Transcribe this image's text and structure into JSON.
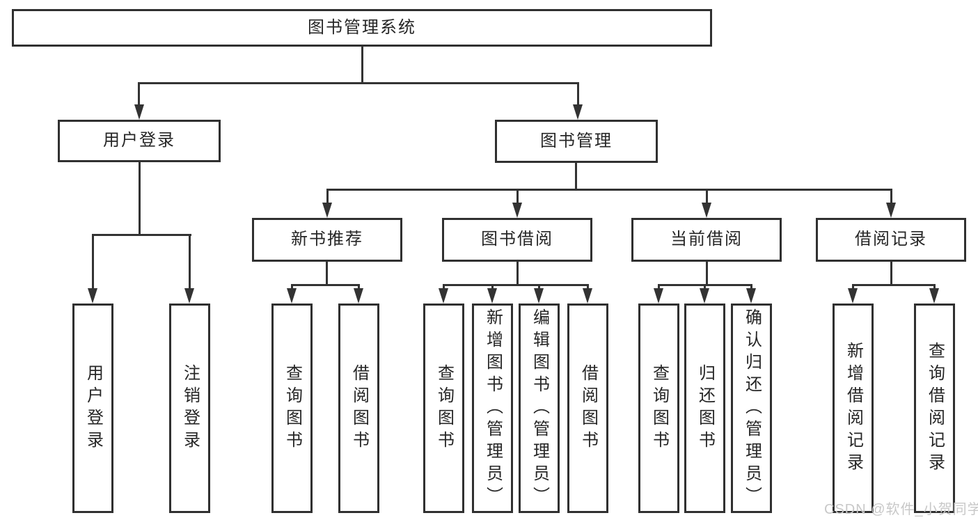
{
  "diagram_title": "图书管理系统",
  "nodes": {
    "root": "图书管理系统",
    "user_login": "用户登录",
    "book_mgmt": "图书管理",
    "new_book_rec": "新书推荐",
    "book_borrow": "图书借阅",
    "current_borrow": "当前借阅",
    "borrow_records": "借阅记录",
    "leaf_user_login": "用户登录",
    "leaf_logout": "注销登录",
    "leaf_query_book_1": "查询图书",
    "leaf_borrow_book_1": "借阅图书",
    "leaf_query_book_2": "查询图书",
    "leaf_add_book": "新增图书（管理员）",
    "leaf_edit_book": "编辑图书（管理员）",
    "leaf_borrow_book_2": "借阅图书",
    "leaf_query_book_3": "查询图书",
    "leaf_return_book": "归还图书",
    "leaf_confirm_return": "确认归还（管理员）",
    "leaf_add_record": "新增借阅记录",
    "leaf_query_record": "查询借阅记录"
  },
  "watermark": "CSDN @软件_小贺同学",
  "colors": {
    "line": "#333333",
    "box_border": "#303030",
    "text": "#262626",
    "watermark": "#c8c8c8",
    "background": "#ffffff"
  }
}
